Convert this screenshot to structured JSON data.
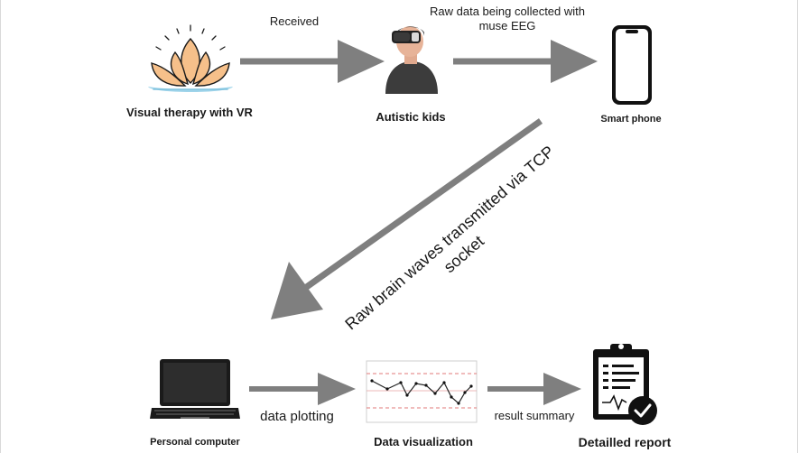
{
  "nodes": {
    "vr_therapy": "Visual therapy with VR",
    "autistic_kids": "Autistic kids",
    "smart_phone": "Smart phone",
    "personal_computer": "Personal computer",
    "data_visualization": "Data visualization",
    "detailed_report": "Detailled report"
  },
  "edges": {
    "received": "Received",
    "raw_data_line1": "Raw data being collected with",
    "raw_data_line2": "muse EEG",
    "tcp_line1": "Raw brain waves transmitted via TCP",
    "tcp_line2": "socket",
    "data_plotting": "data plotting",
    "result_summary": "result summary"
  },
  "colors": {
    "arrow": "#7f7f7f",
    "lotus_petal": "#f6c08a",
    "lotus_water": "#9fd4ea",
    "icon_dark": "#111111",
    "plot_dashed": "#e07a7a"
  },
  "icons": [
    "lotus-icon",
    "vr-kid-icon",
    "smartphone-icon",
    "laptop-icon",
    "line-plot-icon",
    "clipboard-report-icon"
  ]
}
